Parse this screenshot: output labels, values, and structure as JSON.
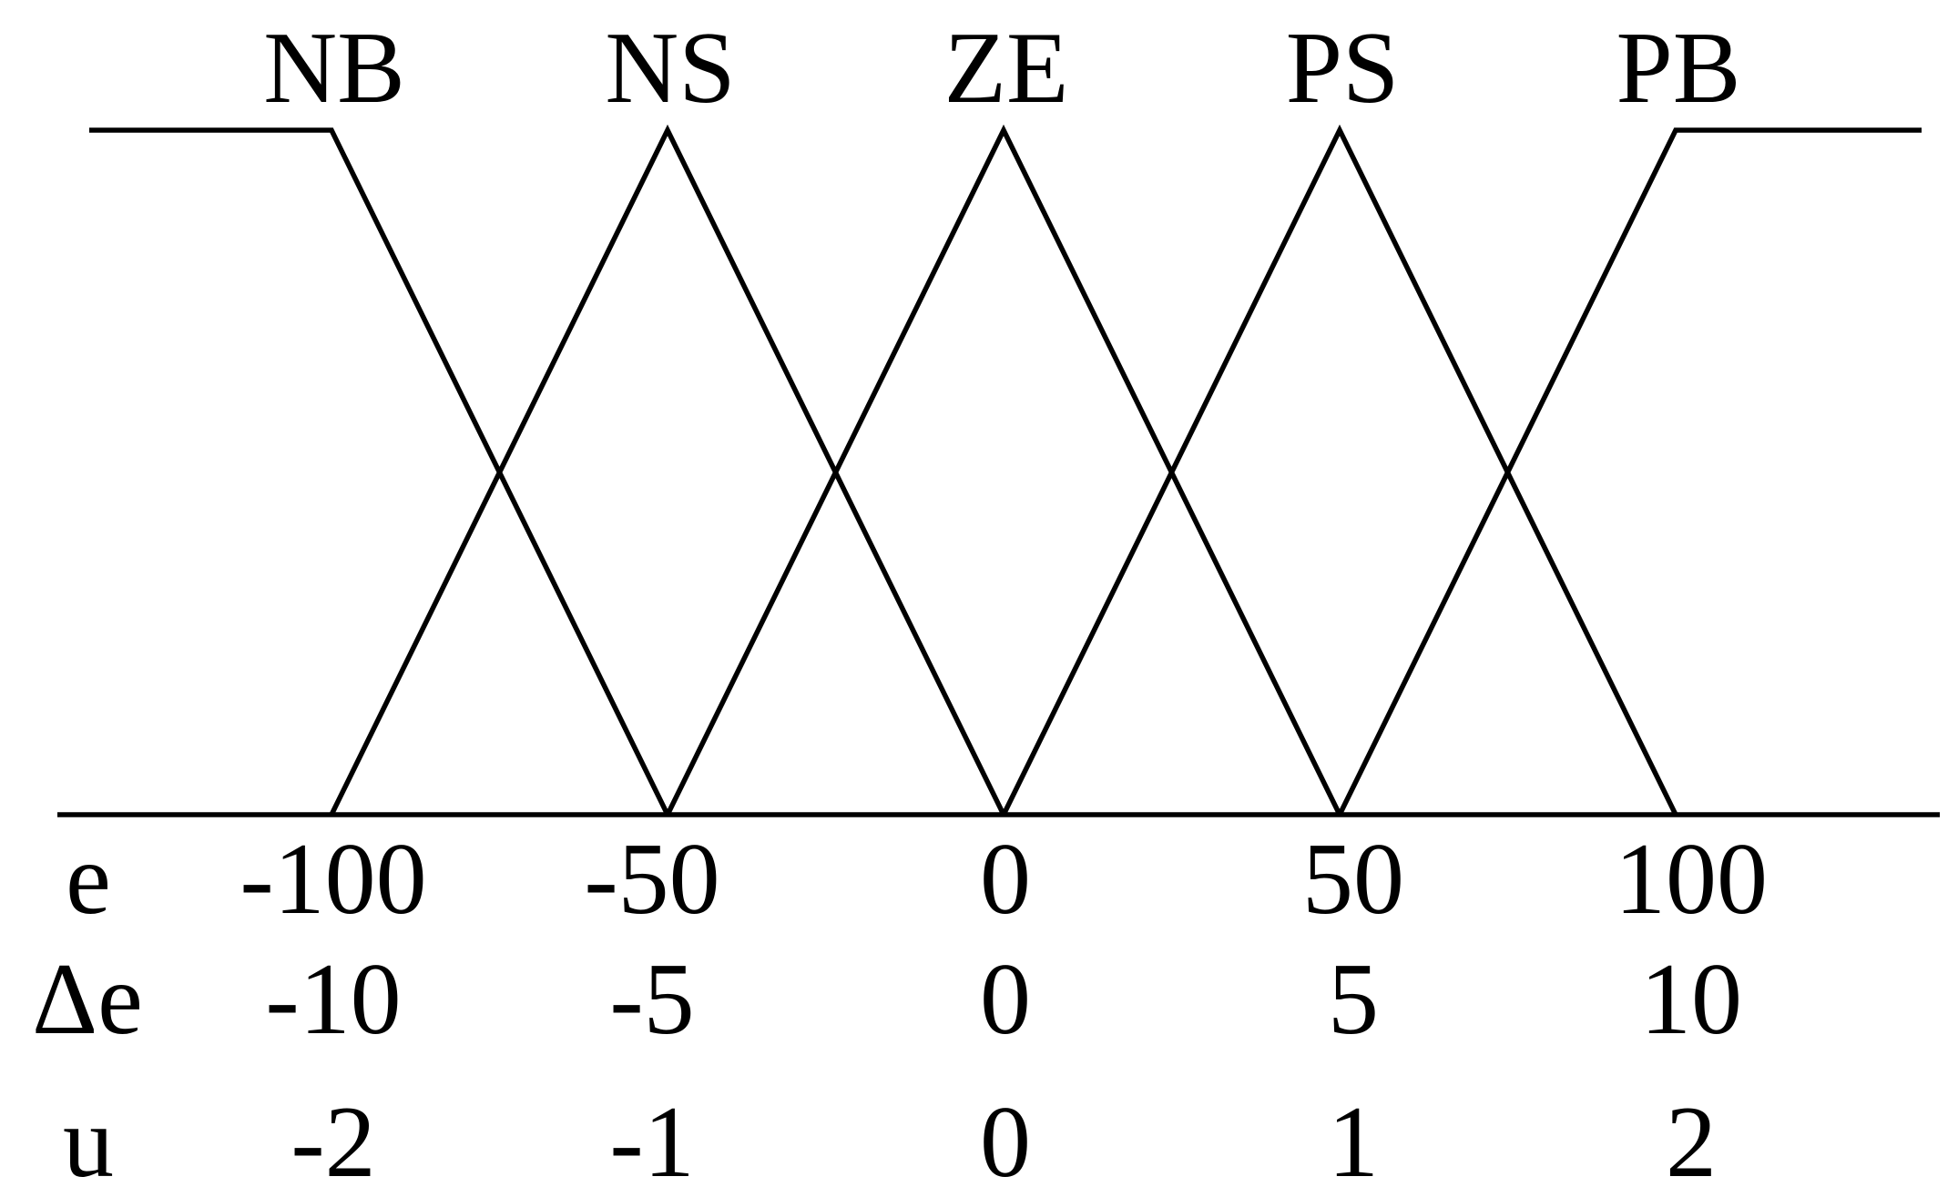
{
  "figure": {
    "sets": [
      {
        "name": "NB",
        "shape": "shoulder-left",
        "points": [
          -2,
          -1
        ]
      },
      {
        "name": "NS",
        "shape": "triangle",
        "points": [
          -2,
          -1,
          0
        ]
      },
      {
        "name": "ZE",
        "shape": "triangle",
        "points": [
          -1,
          0,
          1
        ]
      },
      {
        "name": "PS",
        "shape": "triangle",
        "points": [
          0,
          1,
          2
        ]
      },
      {
        "name": "PB",
        "shape": "shoulder-right",
        "points": [
          1,
          2
        ]
      }
    ],
    "rows": [
      {
        "id": "e",
        "label": "e",
        "values": [
          "-100",
          "-50",
          "0",
          "50",
          "100"
        ]
      },
      {
        "id": "de",
        "label": "Δe",
        "values": [
          "-10",
          "-5",
          "0",
          "5",
          "10"
        ]
      },
      {
        "id": "u",
        "label": "u",
        "values": [
          "-2",
          "-1",
          "0",
          "1",
          "2"
        ]
      }
    ],
    "colors": {
      "line": "#000000",
      "text": "#000000",
      "background": "#ffffff"
    }
  }
}
